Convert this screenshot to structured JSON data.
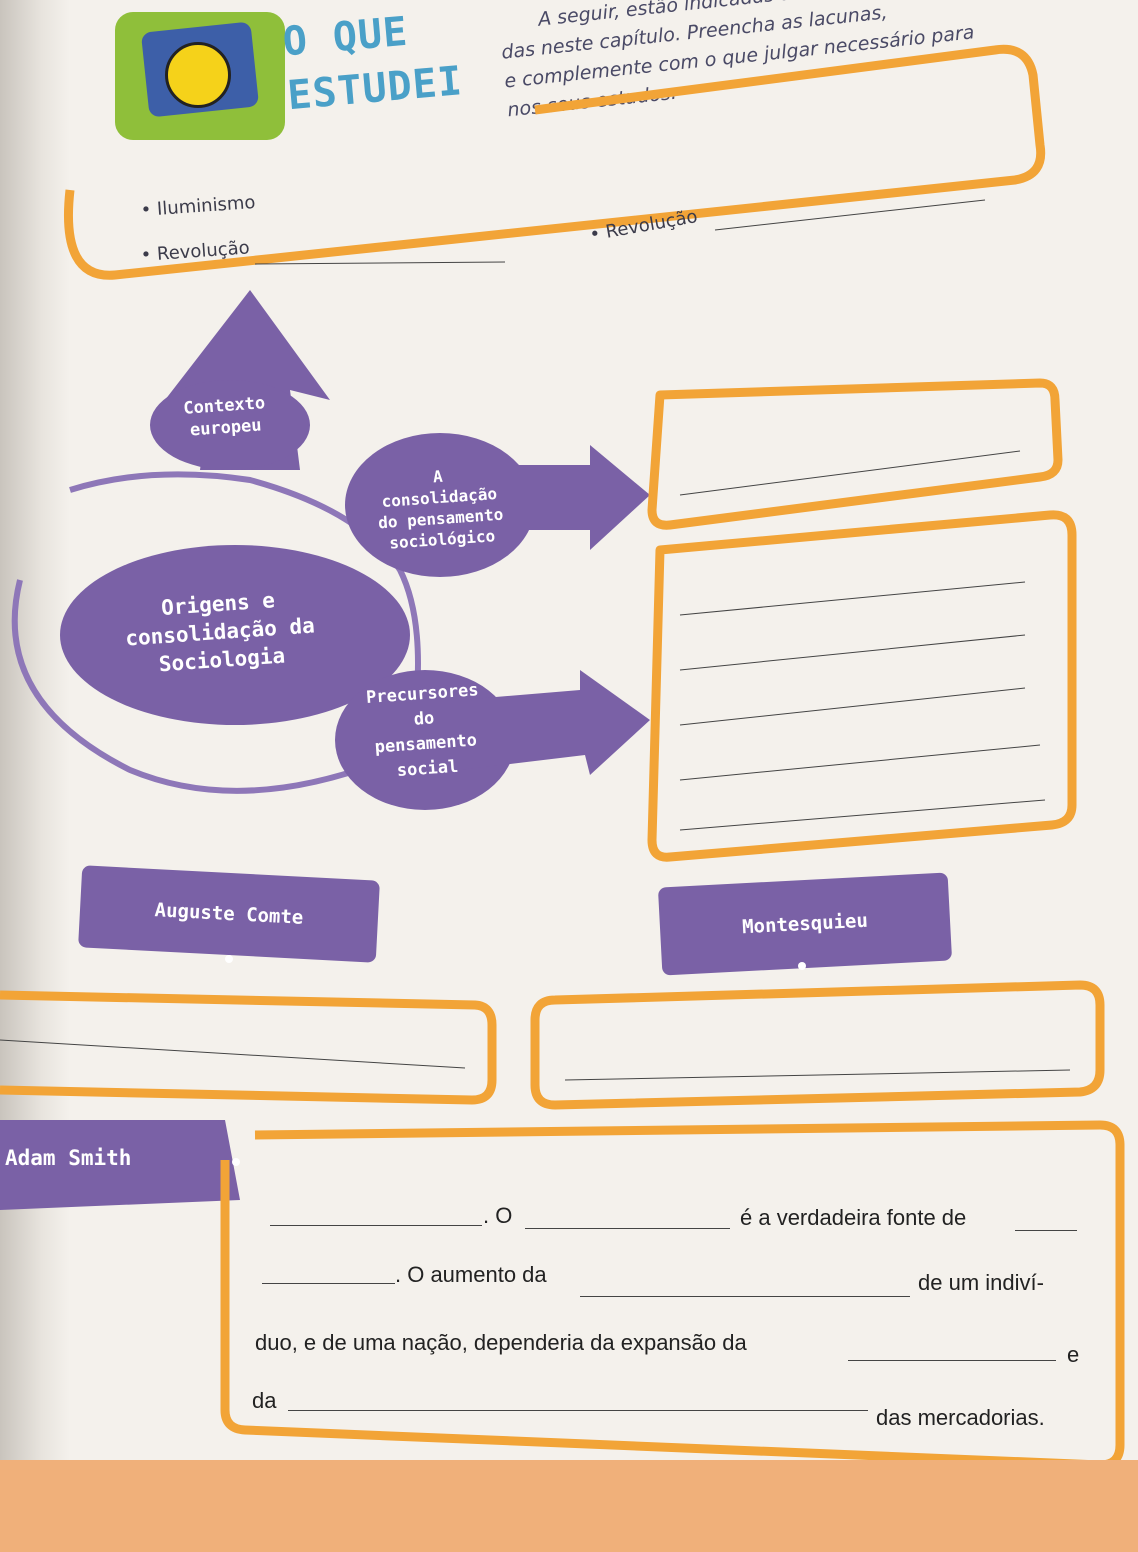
{
  "header": {
    "title_line1": "O QUE",
    "title_line2": "ESTUDEI",
    "intro_lines": [
      "A seguir, estão indicadas as",
      "das neste capítulo. Preencha as lacunas,",
      "e complemente com o que julgar necessário para",
      "nos seus estudos."
    ]
  },
  "bullets": {
    "item1": "• Iluminismo",
    "item2": "• Revolução",
    "item3": "• Revolução"
  },
  "diagram": {
    "contexto": [
      "Contexto",
      "europeu"
    ],
    "consolidacao": [
      "A",
      "consolidação",
      "do pensamento",
      "sociológico"
    ],
    "origens": [
      "Origens e",
      "consolidação da",
      "Sociologia"
    ],
    "precursores": [
      "Precursores",
      "do",
      "pensamento",
      "social"
    ]
  },
  "names": {
    "comte": "Auguste Comte",
    "montesquieu": "Montesquieu",
    "smith": "Adam Smith"
  },
  "smith_text": {
    "l1_a": ". O",
    "l1_b": "é a verdadeira fonte de",
    "l2_a": ". O aumento da",
    "l2_b": "de um indiví-",
    "l3_a": "duo, e de uma nação, dependeria da expansão da",
    "l3_b": "e",
    "l4_a": "da",
    "l4_b": "das mercadorias."
  }
}
